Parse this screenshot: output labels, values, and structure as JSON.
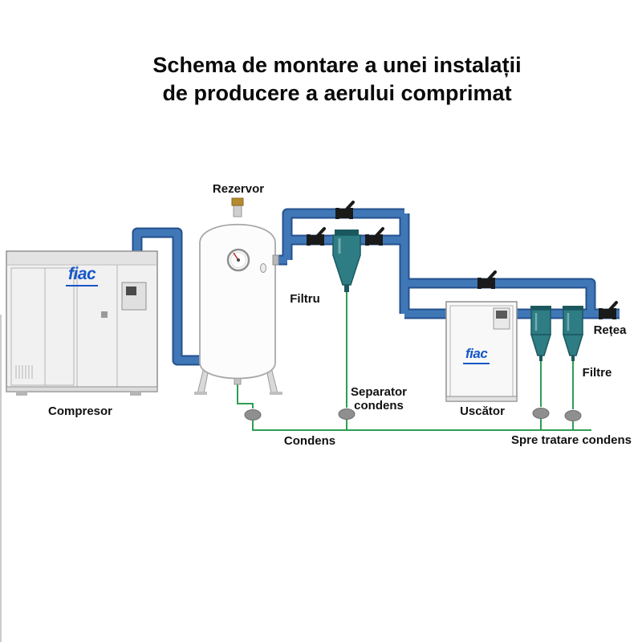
{
  "title": {
    "line1": "Schema de montare a unei instalații",
    "line2": "de producere a aerului comprimat"
  },
  "brand": {
    "name": "fiac"
  },
  "labels": {
    "rezervor": "Rezervor",
    "compresor": "Compresor",
    "filtru": "Filtru",
    "separator": "Separator\ncondens",
    "uscator": "Uscător",
    "filtre": "Filtre",
    "retea": "Rețea",
    "condens": "Condens",
    "spre_tratare": "Spre tratare condens"
  },
  "icons": {
    "valve": "ball-valve-icon",
    "gauge": "pressure-gauge-icon",
    "drain": "condensate-drain-icon"
  },
  "colors": {
    "pipe": "#4077b6",
    "pipe_outline": "#24508e",
    "teal": "#2e7d84",
    "teal_dark": "#1b585e",
    "green": "#2e9e53",
    "brand_blue": "#1456c8",
    "valve_black": "#1a1a1a",
    "drain_gray": "#8f8f8f"
  }
}
